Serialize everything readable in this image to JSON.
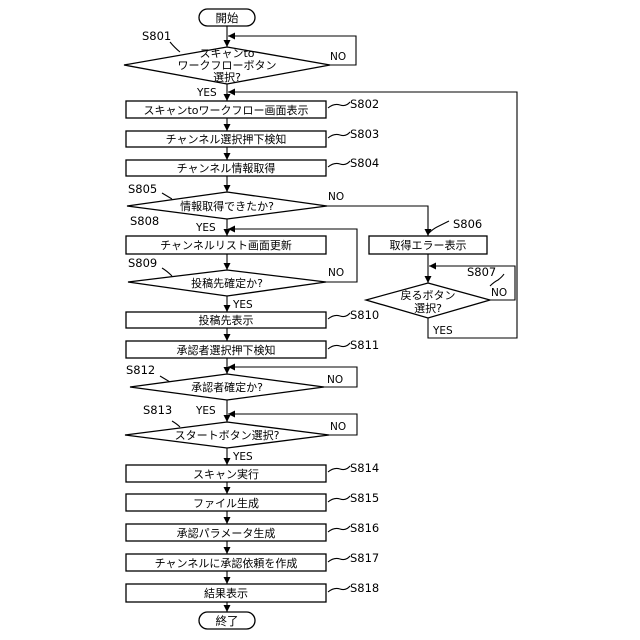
{
  "flowchart": {
    "start": "開始",
    "end": "終了",
    "yes": "YES",
    "no": "NO",
    "S801": {
      "id": "S801",
      "line1": "スキャンto",
      "line2": "ワークフローボタン",
      "line3": "選択?"
    },
    "S802": {
      "id": "S802",
      "label": "スキャンtoワークフロー画面表示"
    },
    "S803": {
      "id": "S803",
      "label": "チャンネル選択押下検知"
    },
    "S804": {
      "id": "S804",
      "label": "チャンネル情報取得"
    },
    "S805": {
      "id": "S805",
      "label": "情報取得できたか?"
    },
    "S806": {
      "id": "S806",
      "label": "取得エラー表示"
    },
    "S807": {
      "id": "S807",
      "line1": "戻るボタン",
      "line2": "選択?"
    },
    "S808": {
      "id": "S808",
      "label": "チャンネルリスト画面更新"
    },
    "S809": {
      "id": "S809",
      "label": "投稿先確定か?"
    },
    "S810": {
      "id": "S810",
      "label": "投稿先表示"
    },
    "S811": {
      "id": "S811",
      "label": "承認者選択押下検知"
    },
    "S812": {
      "id": "S812",
      "label": "承認者確定か?"
    },
    "S813": {
      "id": "S813",
      "label": "スタートボタン選択?"
    },
    "S814": {
      "id": "S814",
      "label": "スキャン実行"
    },
    "S815": {
      "id": "S815",
      "label": "ファイル生成"
    },
    "S816": {
      "id": "S816",
      "label": "承認パラメータ生成"
    },
    "S817": {
      "id": "S817",
      "label": "チャンネルに承認依頼を作成"
    },
    "S818": {
      "id": "S818",
      "label": "結果表示"
    }
  }
}
